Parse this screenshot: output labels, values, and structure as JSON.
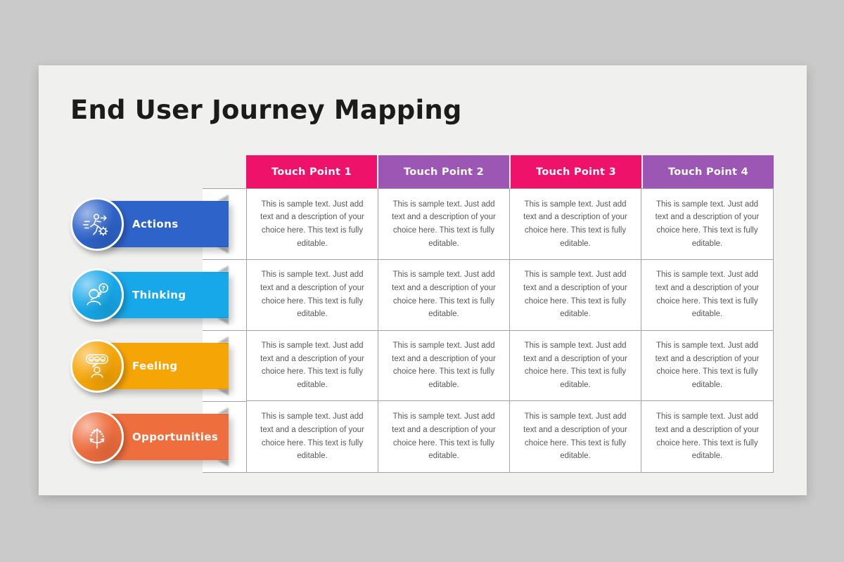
{
  "slide": {
    "title": "End User Journey Mapping"
  },
  "table": {
    "columns": [
      {
        "label": "Touch Point 1",
        "color": "#EE126B"
      },
      {
        "label": "Touch Point 2",
        "color": "#9C57B4"
      },
      {
        "label": "Touch Point 3",
        "color": "#EE126B"
      },
      {
        "label": "Touch Point 4",
        "color": "#9C57B4"
      }
    ],
    "rows": [
      {
        "label": "Actions",
        "color": "#2E63C9",
        "icon": "running-person-gear-icon"
      },
      {
        "label": "Thinking",
        "color": "#17A8E9",
        "icon": "thinking-person-question-icon"
      },
      {
        "label": "Feeling",
        "color": "#F6A506",
        "icon": "feedback-faces-icon"
      },
      {
        "label": "Opportunities",
        "color": "#EF6E3E",
        "icon": "branching-arrows-icon"
      }
    ],
    "sample_text": "This is sample text. Just add text and a description of your choice here. This text is fully editable."
  },
  "colors": {
    "canvas_background": "#cacaca",
    "slide_background": "#f0f0ef",
    "cell_background": "#ffffff",
    "grid_line": "#a2a2a2",
    "title_text": "#1b1b1b",
    "cell_text": "#57585a",
    "header_text": "#ffffff"
  }
}
